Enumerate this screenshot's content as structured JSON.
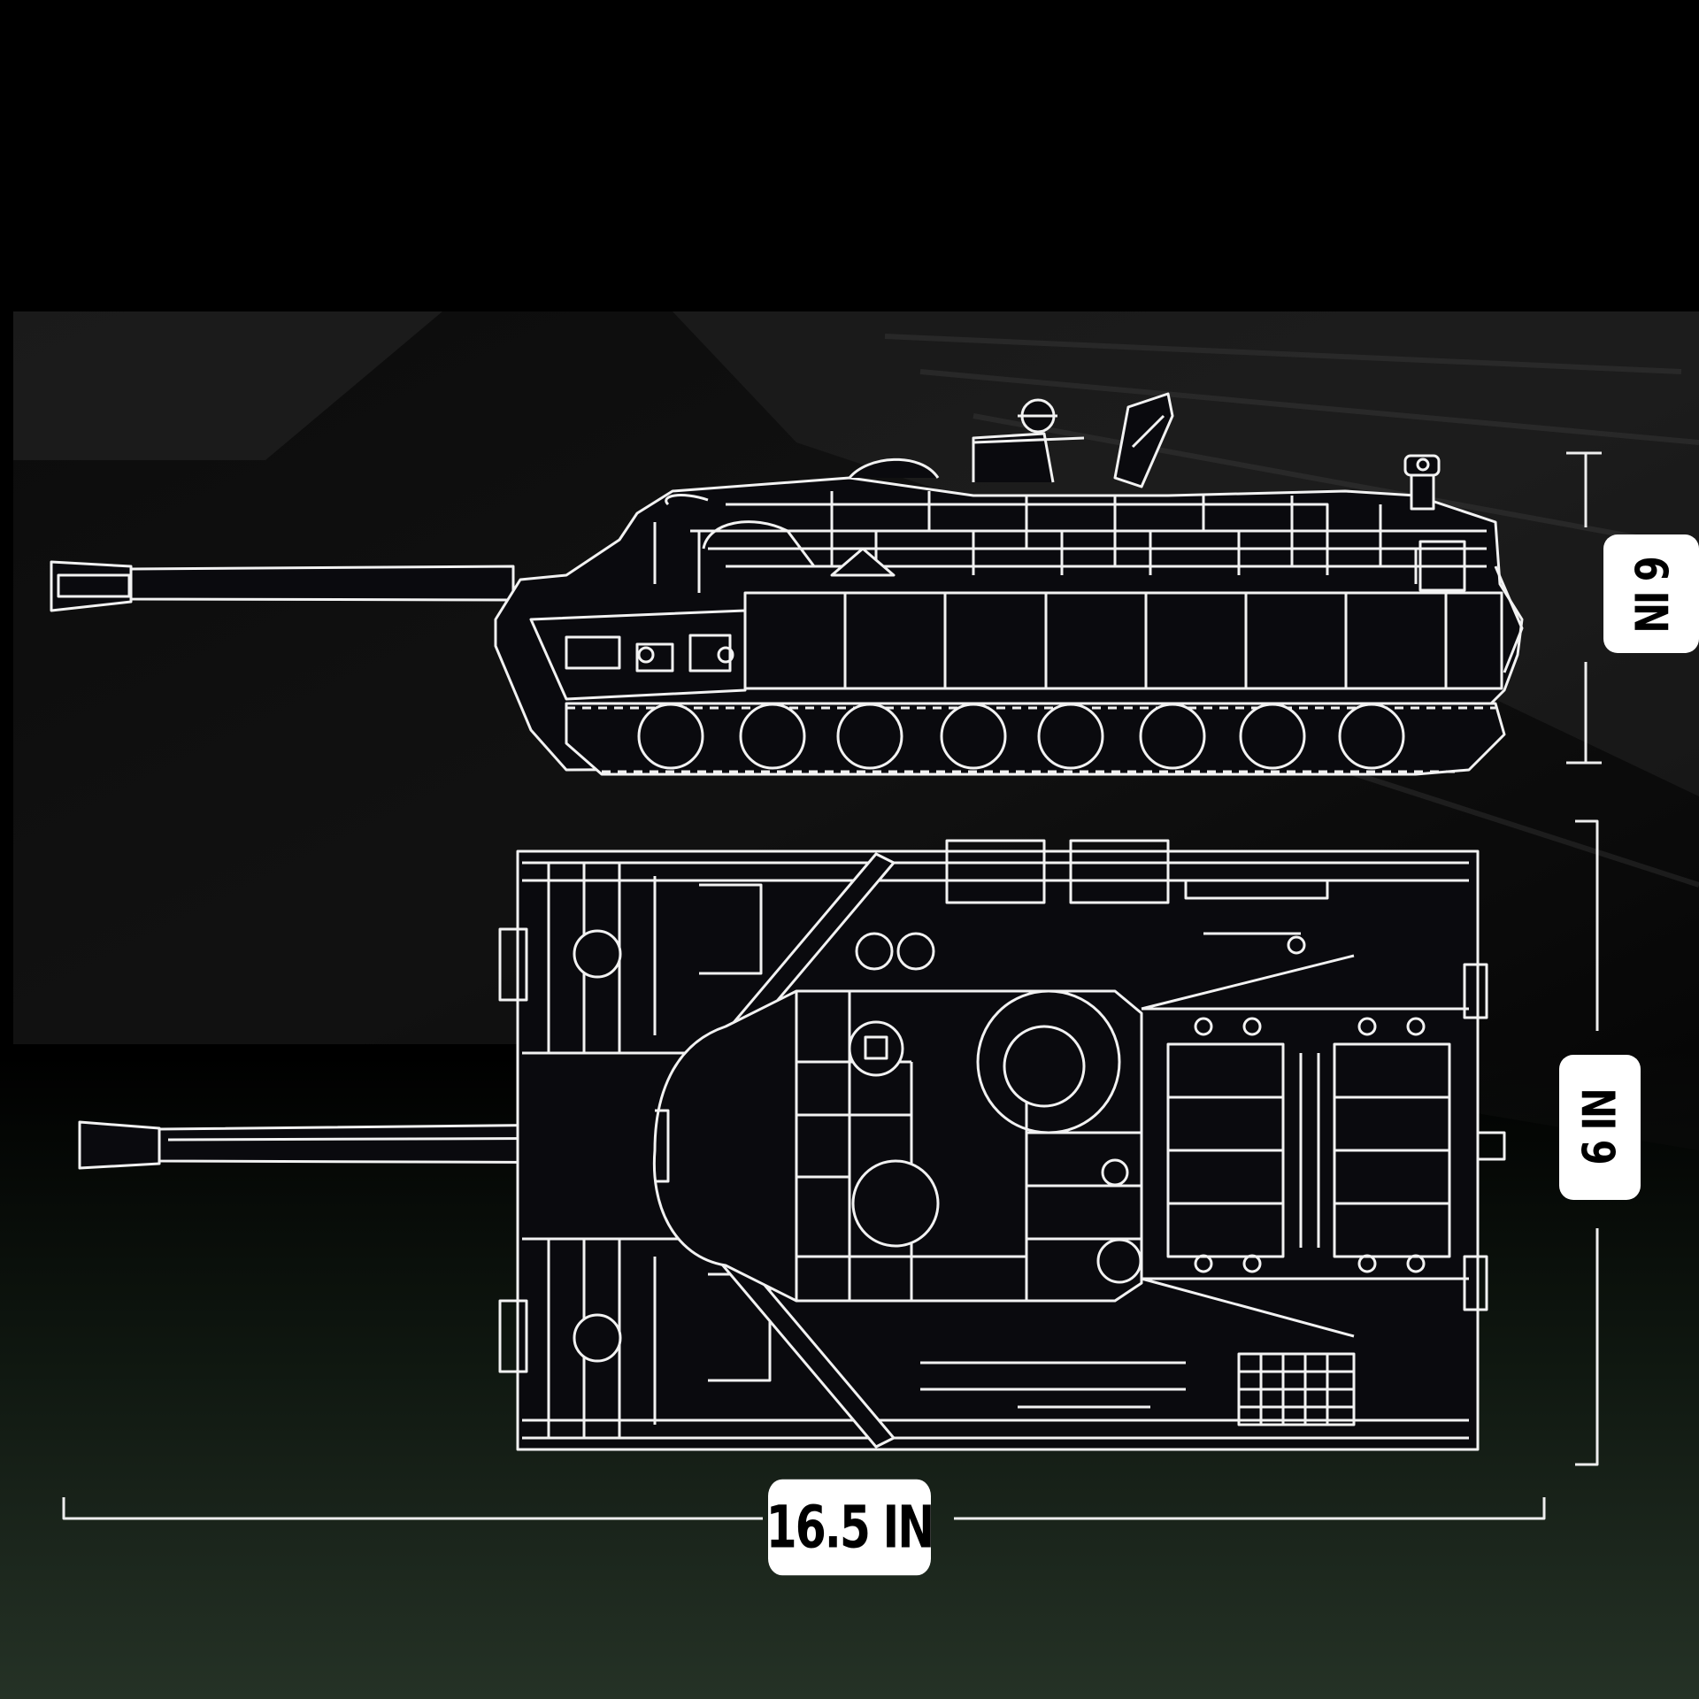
{
  "dimensions": {
    "length_label": "16.5 IN",
    "height_label": "6 IN",
    "width_label": "6 IN"
  },
  "colors": {
    "line": "#f2f2f2",
    "panel_fill": "#0a0a0e",
    "background_top": "#000000",
    "background_bottom": "#253226",
    "label_bg": "#ffffff",
    "label_text": "#000000"
  }
}
